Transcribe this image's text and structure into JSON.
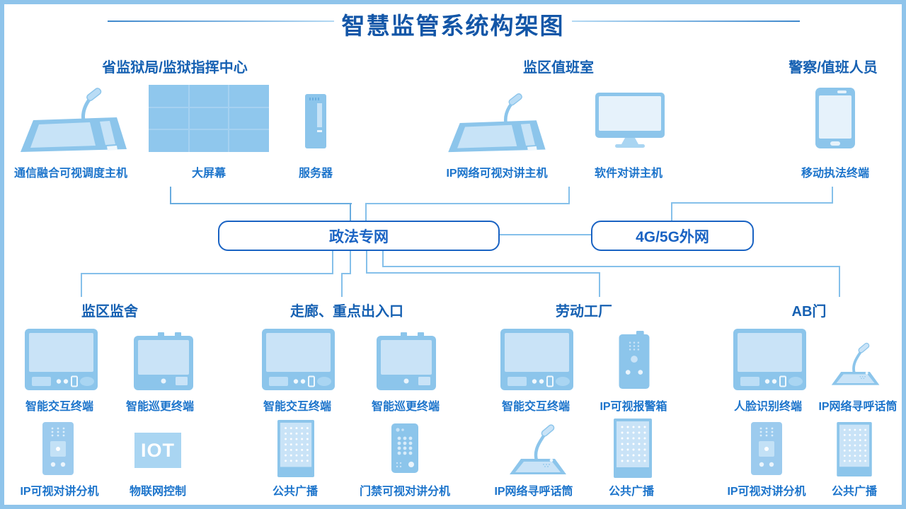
{
  "title": "智慧监管系统构架图",
  "iot_text": "IOT",
  "colors": {
    "title_blue": "#1356A7",
    "header_blue": "#1560B2",
    "label_blue": "#1C74CB",
    "box_blue": "#1A63C3",
    "line_blue": "#85C0EA",
    "device_blue": "#8CC5EB",
    "device_light": "#C9E3F7",
    "frame_blue": "#8FC4EB"
  },
  "networks": {
    "justice": "政法专网",
    "cellular": "4G/5G外网"
  },
  "sections": {
    "top": [
      {
        "header": "省监狱局/监狱指挥中心",
        "devices": [
          {
            "label": "通信融合可视调度主机",
            "icon": "dispatch-console"
          },
          {
            "label": "大屏幕",
            "icon": "video-wall"
          },
          {
            "label": "服务器",
            "icon": "server-tower"
          }
        ]
      },
      {
        "header": "监区值班室",
        "devices": [
          {
            "label": "IP网络可视对讲主机",
            "icon": "intercom-console"
          },
          {
            "label": "软件对讲主机",
            "icon": "desktop-monitor"
          }
        ]
      },
      {
        "header": "警察/值班人员",
        "devices": [
          {
            "label": "移动执法终端",
            "icon": "smartphone"
          }
        ]
      }
    ],
    "bottom": [
      {
        "header": "监区监舍",
        "devices": [
          {
            "label": "智能交互终端",
            "icon": "smart-terminal"
          },
          {
            "label": "智能巡更终端",
            "icon": "patrol-terminal"
          },
          {
            "label": "IP可视对讲分机",
            "icon": "intercom-station"
          },
          {
            "label": "物联网控制",
            "icon": "iot-box"
          }
        ]
      },
      {
        "header": "走廊、重点出入口",
        "devices": [
          {
            "label": "智能交互终端",
            "icon": "smart-terminal"
          },
          {
            "label": "智能巡更终端",
            "icon": "patrol-terminal"
          },
          {
            "label": "公共广播",
            "icon": "speaker-panel"
          },
          {
            "label": "门禁可视对讲分机",
            "icon": "door-intercom"
          }
        ]
      },
      {
        "header": "劳动工厂",
        "devices": [
          {
            "label": "智能交互终端",
            "icon": "smart-terminal"
          },
          {
            "label": "IP可视报警箱",
            "icon": "alarm-box"
          },
          {
            "label": "IP网络寻呼话筒",
            "icon": "paging-microphone"
          },
          {
            "label": "公共广播",
            "icon": "speaker-panel"
          }
        ]
      },
      {
        "header": "AB门",
        "devices": [
          {
            "label": "人脸识别终端",
            "icon": "face-recognition-terminal"
          },
          {
            "label": "IP网络寻呼话筒",
            "icon": "paging-microphone"
          },
          {
            "label": "IP可视对讲分机",
            "icon": "intercom-station"
          },
          {
            "label": "公共广播",
            "icon": "speaker-panel"
          }
        ]
      }
    ]
  }
}
